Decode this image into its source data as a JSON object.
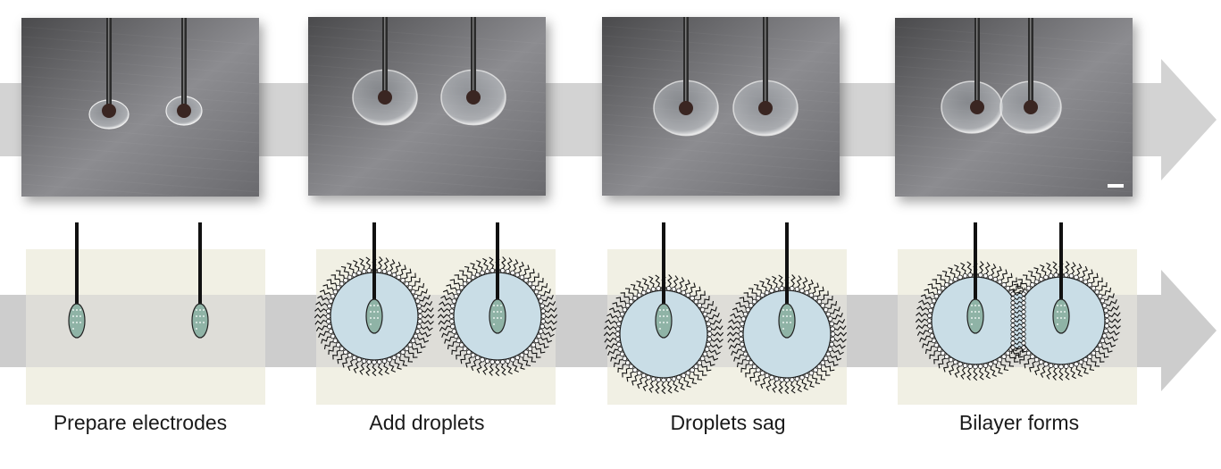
{
  "colors": {
    "arrow_top": "#d3d3d3",
    "arrow_bottom": "#cdcdcd",
    "panel": "#f1f0e4",
    "droplet": "#c9dde6",
    "electrode_tip": "#8fb3a6",
    "photo_dark": "#4a4a4c",
    "photo_light": "#8c8c90"
  },
  "icons": [
    "electrode-wire-icon",
    "lipid-monolayer-icon",
    "scale-bar-icon"
  ],
  "steps": [
    {
      "label": "Prepare electrodes",
      "droplet": "none"
    },
    {
      "label": "Add droplets",
      "droplet": "round"
    },
    {
      "label": "Droplets sag",
      "droplet": "sagged"
    },
    {
      "label": "Bilayer forms",
      "droplet": "contact"
    }
  ]
}
